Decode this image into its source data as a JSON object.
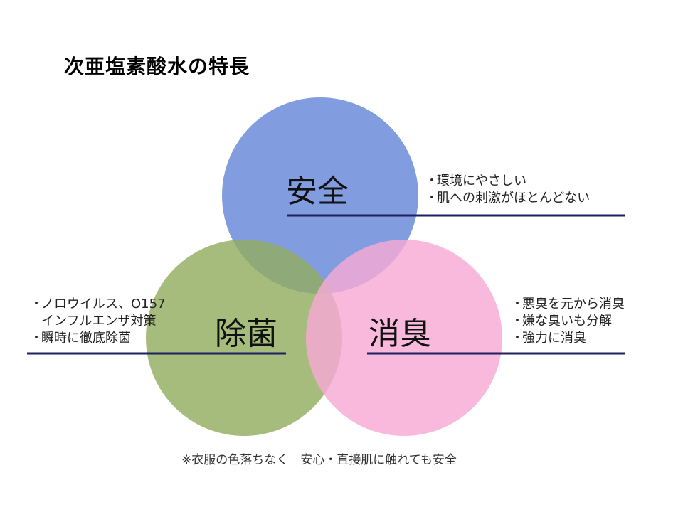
{
  "title": "次亜塩素酸水の特長",
  "circles": {
    "safety": {
      "label": "安全",
      "color": "#6f8fdc",
      "bullets": [
        "環境にやさしい",
        "肌への刺激がほとんどない"
      ]
    },
    "sterilize": {
      "label": "除菌",
      "color": "#93ad60",
      "bullets": [
        "ノロウイルス、O157",
        "インフルエンザ対策",
        "瞬時に徹底除菌"
      ]
    },
    "deodorize": {
      "label": "消臭",
      "color": "#f6a9d4",
      "bullets": [
        "悪臭を元から消臭",
        "嫌な臭いも分解",
        "強力に消臭"
      ]
    }
  },
  "underline_color": "#1f2060",
  "bullet_marker": "・",
  "footnote": "※衣服の色落ちなく　安心・直接肌に触れても安全"
}
